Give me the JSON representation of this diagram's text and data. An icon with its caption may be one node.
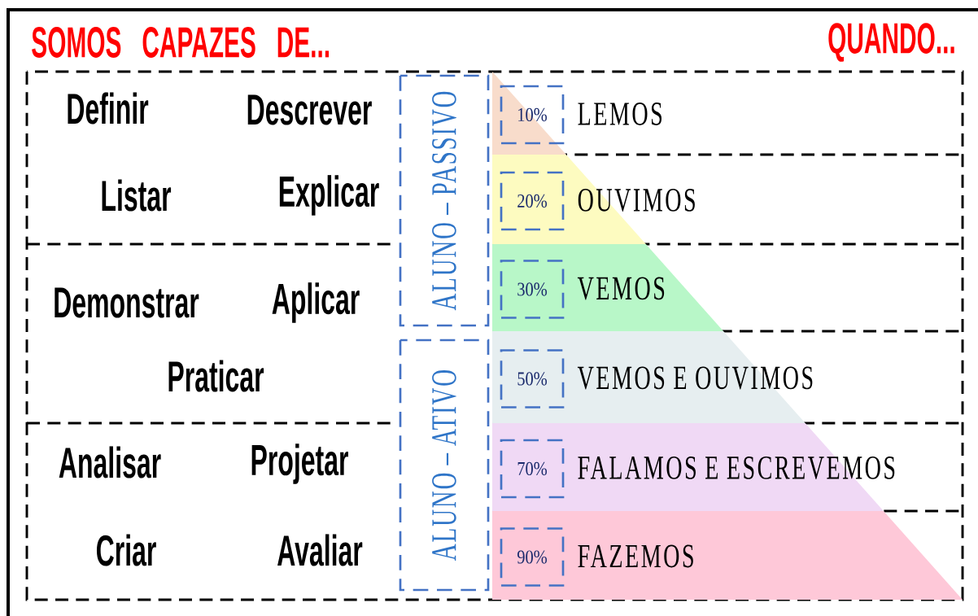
{
  "diagram": {
    "nodes": [
      {
        "text": [
          "Definir",
          "Descrever",
          "Listar",
          "Explicar"
        ]
      },
      {
        "text": [
          "Demonstrar",
          "Aplicar",
          "Praticar"
        ]
      },
      {
        "text": [
          "Analisar",
          "Projetar",
          "Criar",
          "Avaliar"
        ]
      },
      {
        "text": [
          "ALUNO – PASSIVO"
        ]
      },
      {
        "text": [
          "ALUNO – ATIVO"
        ]
      },
      {
        "text": [
          "LEMOS"
        ]
      },
      {
        "text": [
          "10%"
        ],
        "in": 5
      },
      {
        "text": [
          "OUVIMOS"
        ]
      },
      {
        "text": [
          "20%"
        ],
        "in": 7
      },
      {
        "text": [
          "VEMOS"
        ]
      },
      {
        "text": [
          "30%"
        ],
        "in": 9
      },
      {
        "text": [
          "VEMOS E OUVIMOS"
        ]
      },
      {
        "text": [
          "50%"
        ],
        "in": 11
      },
      {
        "text": [
          "FALAMOS E ESCREVEMOS"
        ]
      },
      {
        "text": [
          "70%"
        ],
        "in": 13
      },
      {
        "text": [
          "FAZEMOS"
        ]
      },
      {
        "text": [
          "90%"
        ],
        "in": 15
      }
    ],
    "labels": [
      "SOMOS CAPAZES DE...",
      "QUANDO..."
    ]
  }
}
